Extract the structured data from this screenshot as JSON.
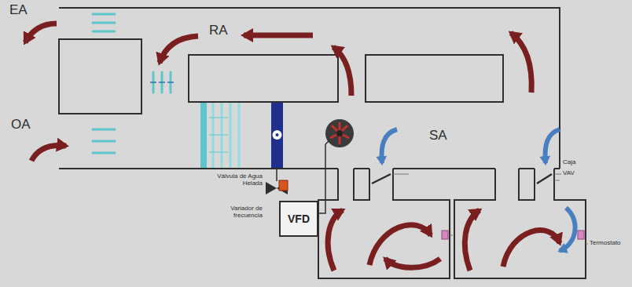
{
  "diagram": {
    "nodes": [
      {
        "text": [
          "VFD"
        ]
      }
    ],
    "labels": [
      "EA",
      "RA",
      "OA",
      "SA",
      "Válvula de Agua Helada",
      "Variador de frecuencia",
      "Caja",
      "VAV",
      "Termostato"
    ]
  }
}
